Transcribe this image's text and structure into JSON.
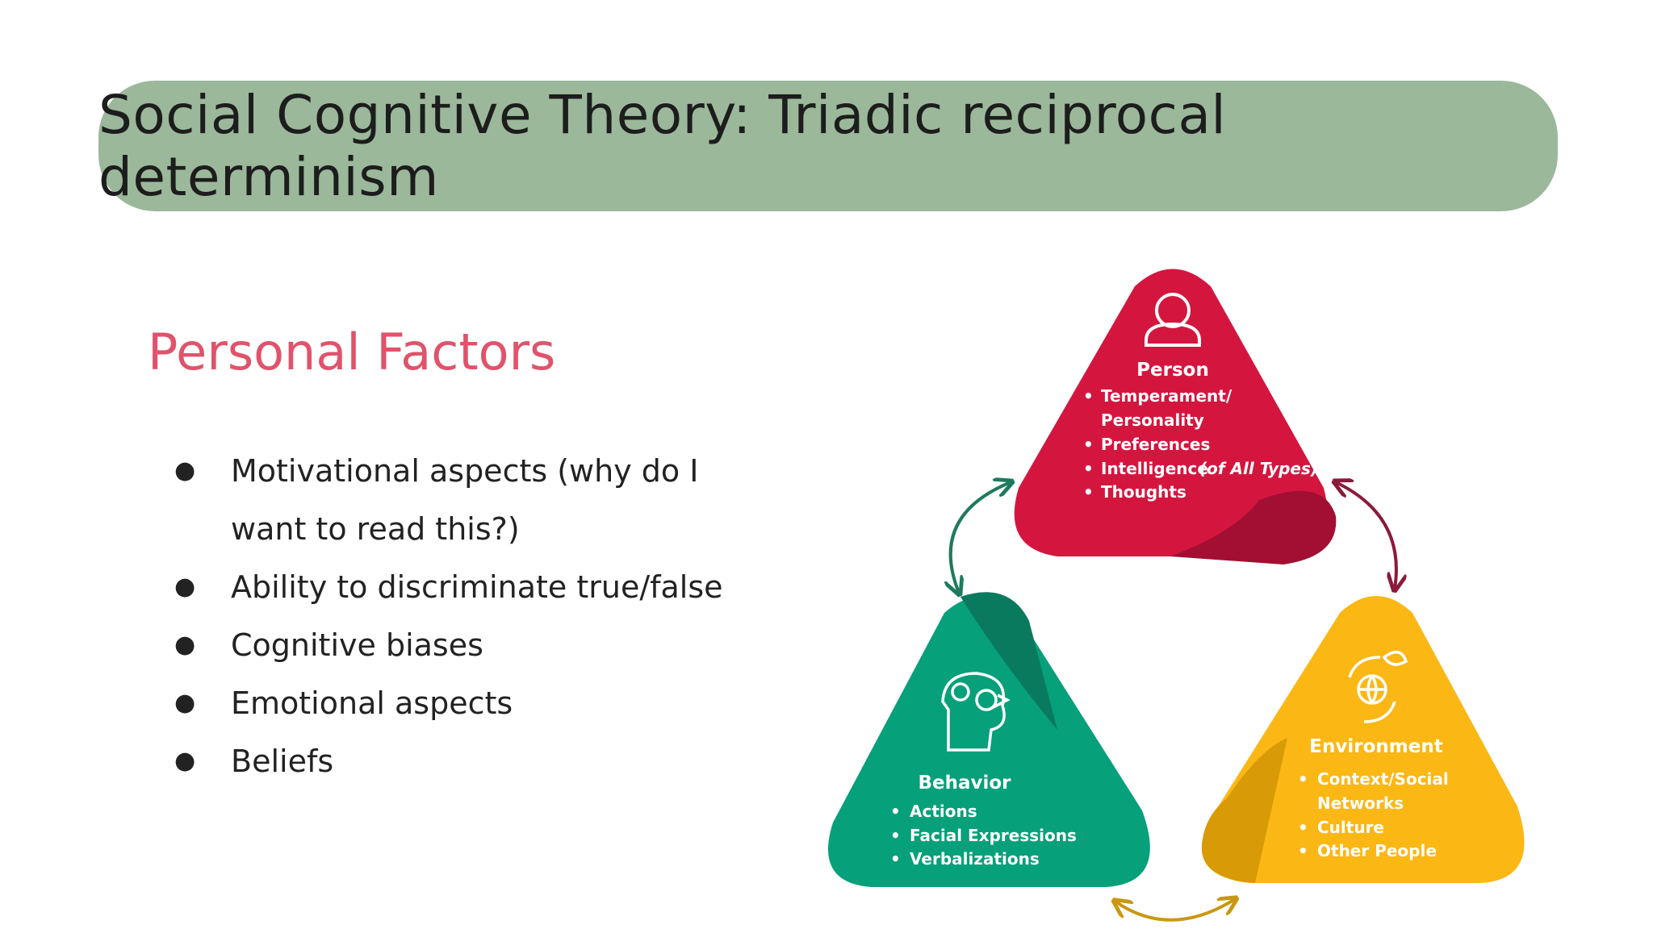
{
  "title": "Social Cognitive Theory: Triadic reciprocal determinism",
  "heading": "Personal Factors",
  "bullets": [
    "Motivational aspects (why do I",
    "want to read this?)",
    "Ability to discriminate true/false",
    "Cognitive biases",
    "Emotional aspects",
    "Beliefs"
  ],
  "diagram": {
    "person": {
      "title": "Person",
      "items": [
        "Temperament/",
        "Personality",
        "Preferences",
        "Intelligence",
        "(of All Types)",
        "Thoughts"
      ],
      "color": "#d4163f",
      "icon": "person-icon"
    },
    "behavior": {
      "title": "Behavior",
      "items": [
        "Actions",
        "Facial Expressions",
        "Verbalizations"
      ],
      "color": "#06a07a",
      "icon": "head-gears-icon"
    },
    "environment": {
      "title": "Environment",
      "items": [
        "Context/Social",
        "Networks",
        "Culture",
        "Other People"
      ],
      "color": "#fbb714",
      "icon": "globe-cycle-icon"
    },
    "arrow_colors": {
      "person_behavior": "#1e7a5e",
      "person_environment": "#8b1a3a",
      "behavior_environment": "#c99712"
    }
  }
}
